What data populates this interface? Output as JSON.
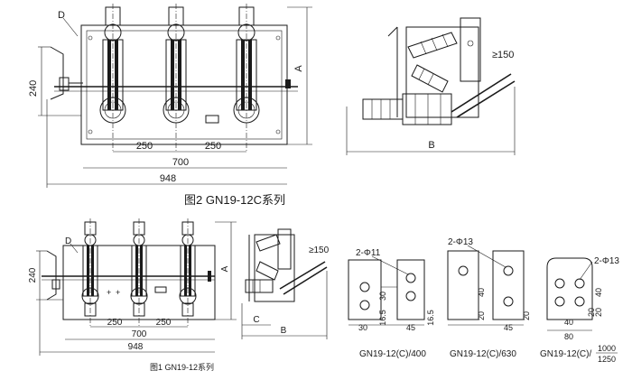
{
  "fig2": {
    "caption": "图2 GN19-12C系列",
    "label_d": "D",
    "dim_240": "240",
    "dim_a": "A",
    "dim_pitch_1": "250",
    "dim_pitch_2": "250",
    "dim_700": "700",
    "dim_948": "948",
    "side_angle": "≥150",
    "side_b": "B"
  },
  "fig1": {
    "caption": "图1 GN19-12系列",
    "label_d": "D",
    "dim_240": "240",
    "dim_a": "A",
    "dim_pitch_1": "250",
    "dim_pitch_2": "250",
    "dim_700": "700",
    "dim_948": "948",
    "side_angle": "≥150",
    "side_b": "B",
    "side_c": "C"
  },
  "terminals": [
    {
      "hole_label": "2-Φ11",
      "dims": [
        "30",
        "30",
        "16.5",
        "45",
        "16.5"
      ],
      "caption": "GN19-12(C)/400"
    },
    {
      "hole_label": "2-Φ13",
      "dims": [
        "40",
        "20",
        "45",
        "20"
      ],
      "caption": "GN19-12(C)/630"
    },
    {
      "hole_label": "2-Φ13",
      "dims": [
        "40",
        "20",
        "80",
        "20",
        "40"
      ],
      "caption": "GN19-12(C)/",
      "caption_top": "1000",
      "caption_bottom": "1250"
    }
  ]
}
